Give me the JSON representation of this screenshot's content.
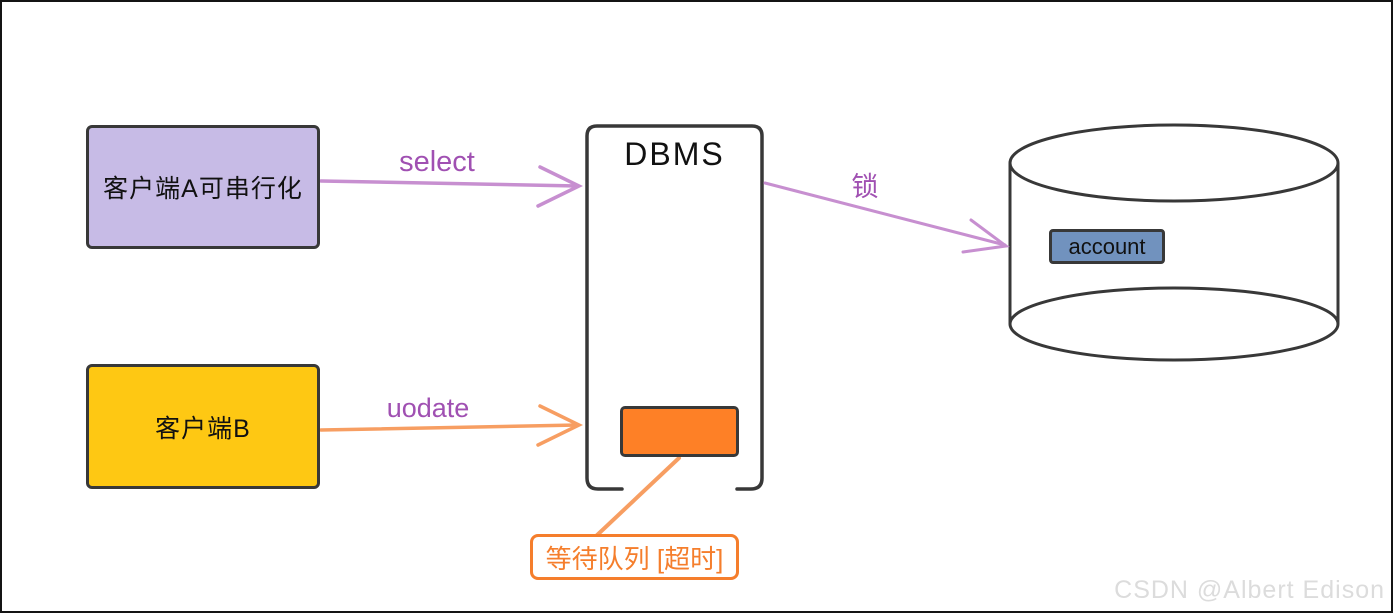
{
  "diagram": {
    "client_a_label": "客户端A可串行化",
    "client_b_label": "客户端B",
    "dbms_label": "DBMS",
    "account_label": "account",
    "queue_callout_label": "等待队列 [超时]",
    "arrows": {
      "select_label": "select",
      "update_label": "uodate",
      "lock_label": "锁"
    },
    "watermark": "CSDN @Albert Edison",
    "colors": {
      "client_a_fill": "#c7bbe6",
      "client_b_fill": "#fec813",
      "wait_queue_fill": "#fe8026",
      "account_fill": "#7192be",
      "purple_text": "#a050b2",
      "purple_arrow": "#c78fd0",
      "orange_accent": "#f57e2c",
      "orange_arrow": "#f79e62",
      "outline_dark": "#383838",
      "watermark_gray": "#dcdcdc"
    }
  }
}
